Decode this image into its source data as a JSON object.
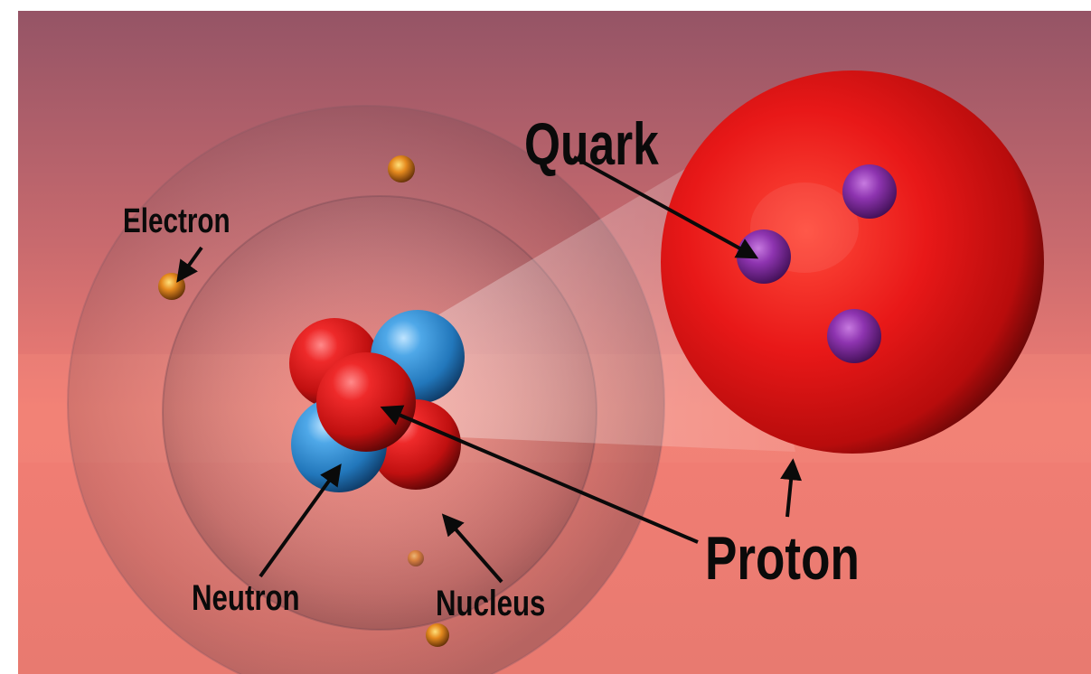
{
  "labels": {
    "quark": "Quark",
    "proton": "Proton",
    "electron": "Electron",
    "neutron": "Neutron",
    "nucleus": "Nucleus"
  },
  "colors": {
    "background_top": "#9c5a66",
    "background_bottom": "#f07a72",
    "proton_red": "#e01818",
    "neutron_blue": "#2f8fd6",
    "quark_purple": "#8a2fa8",
    "electron_orange": "#e07818",
    "label_text": "#0a0a0a",
    "arrow": "#0a0a0a"
  }
}
